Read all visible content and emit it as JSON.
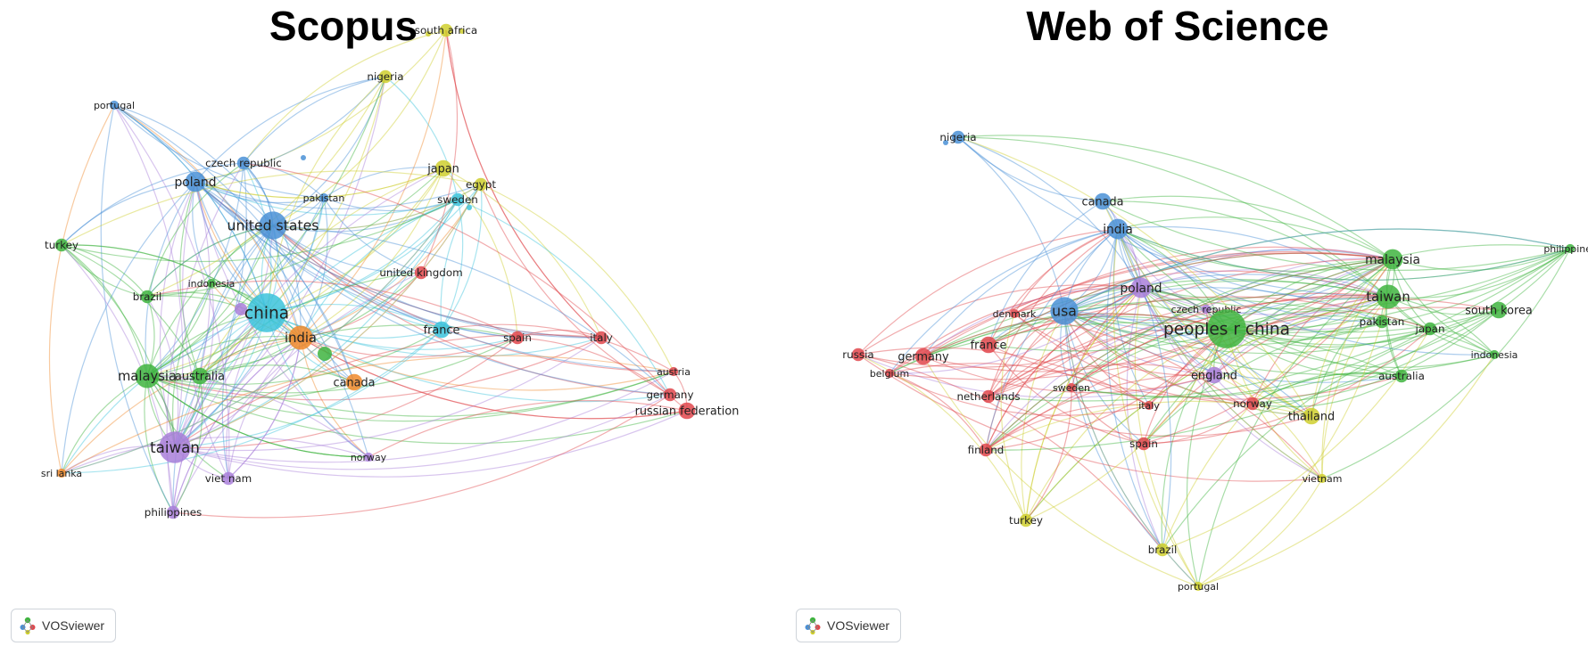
{
  "panels": [
    {
      "title": "Scopus",
      "badge_label": "VOSviewer",
      "logo_icon": "vosviewer-logo-icon",
      "nodes": [
        {
          "label": "south africa",
          "cluster": "yellow",
          "weight": 2
        },
        {
          "label": "nigeria",
          "cluster": "yellow",
          "weight": 2
        },
        {
          "label": "portugal",
          "cluster": "blue",
          "weight": 1
        },
        {
          "label": "czech republic",
          "cluster": "blue",
          "weight": 2
        },
        {
          "label": "poland",
          "cluster": "blue",
          "weight": 4
        },
        {
          "label": "japan",
          "cluster": "yellow",
          "weight": 3
        },
        {
          "label": "egypt",
          "cluster": "yellow",
          "weight": 2
        },
        {
          "label": "pakistan",
          "cluster": "blue",
          "weight": 1
        },
        {
          "label": "sweden",
          "cluster": "cyan",
          "weight": 2
        },
        {
          "label": "united states",
          "cluster": "blue",
          "weight": 6
        },
        {
          "label": "turkey",
          "cluster": "green",
          "weight": 2
        },
        {
          "label": "united kingdom",
          "cluster": "red",
          "weight": 2
        },
        {
          "label": "indonesia",
          "cluster": "green",
          "weight": 1
        },
        {
          "label": "brazil",
          "cluster": "green",
          "weight": 2
        },
        {
          "label": "china",
          "cluster": "cyan",
          "weight": 9
        },
        {
          "label": "india",
          "cluster": "orange",
          "weight": 5
        },
        {
          "label": "france",
          "cluster": "cyan",
          "weight": 3
        },
        {
          "label": "spain",
          "cluster": "red",
          "weight": 2
        },
        {
          "label": "italy",
          "cluster": "red",
          "weight": 2
        },
        {
          "label": "malaysia",
          "cluster": "green",
          "weight": 5
        },
        {
          "label": "australia",
          "cluster": "green",
          "weight": 3
        },
        {
          "label": "canada",
          "cluster": "orange",
          "weight": 3
        },
        {
          "label": "austria",
          "cluster": "red",
          "weight": 1
        },
        {
          "label": "germany",
          "cluster": "red",
          "weight": 2
        },
        {
          "label": "russian federation",
          "cluster": "red",
          "weight": 3
        },
        {
          "label": "taiwan",
          "cluster": "purple",
          "weight": 7
        },
        {
          "label": "norway",
          "cluster": "purple",
          "weight": 1
        },
        {
          "label": "sri lanka",
          "cluster": "orange",
          "weight": 1
        },
        {
          "label": "viet nam",
          "cluster": "purple",
          "weight": 2
        },
        {
          "label": "philippines",
          "cluster": "purple",
          "weight": 2
        }
      ]
    },
    {
      "title": "Web of Science",
      "badge_label": "VOSviewer",
      "logo_icon": "vosviewer-logo-icon",
      "nodes": [
        {
          "label": "nigeria",
          "cluster": "blue",
          "weight": 2
        },
        {
          "label": "canada",
          "cluster": "blue",
          "weight": 3
        },
        {
          "label": "india",
          "cluster": "blue",
          "weight": 4
        },
        {
          "label": "malaysia",
          "cluster": "green",
          "weight": 4
        },
        {
          "label": "philippines",
          "cluster": "green",
          "weight": 1
        },
        {
          "label": "poland",
          "cluster": "purple",
          "weight": 4
        },
        {
          "label": "taiwan",
          "cluster": "green",
          "weight": 5
        },
        {
          "label": "usa",
          "cluster": "blue",
          "weight": 6
        },
        {
          "label": "denmark",
          "cluster": "red",
          "weight": 1
        },
        {
          "label": "czech republic",
          "cluster": "purple",
          "weight": 1
        },
        {
          "label": "south korea",
          "cluster": "green",
          "weight": 3
        },
        {
          "label": "peoples r china",
          "cluster": "green",
          "weight": 9
        },
        {
          "label": "pakistan",
          "cluster": "green",
          "weight": 2
        },
        {
          "label": "japan",
          "cluster": "green",
          "weight": 2
        },
        {
          "label": "russia",
          "cluster": "red",
          "weight": 2
        },
        {
          "label": "france",
          "cluster": "red",
          "weight": 3
        },
        {
          "label": "germany",
          "cluster": "red",
          "weight": 3
        },
        {
          "label": "indonesia",
          "cluster": "green",
          "weight": 1
        },
        {
          "label": "belgium",
          "cluster": "red",
          "weight": 1
        },
        {
          "label": "england",
          "cluster": "purple",
          "weight": 3
        },
        {
          "label": "australia",
          "cluster": "green",
          "weight": 2
        },
        {
          "label": "sweden",
          "cluster": "red",
          "weight": 1
        },
        {
          "label": "netherlands",
          "cluster": "red",
          "weight": 2
        },
        {
          "label": "italy",
          "cluster": "red",
          "weight": 1
        },
        {
          "label": "norway",
          "cluster": "red",
          "weight": 2
        },
        {
          "label": "thailand",
          "cluster": "yellow",
          "weight": 3
        },
        {
          "label": "finland",
          "cluster": "red",
          "weight": 2
        },
        {
          "label": "spain",
          "cluster": "red",
          "weight": 2
        },
        {
          "label": "vietnam",
          "cluster": "yellow",
          "weight": 1
        },
        {
          "label": "turkey",
          "cluster": "yellow",
          "weight": 2
        },
        {
          "label": "brazil",
          "cluster": "yellow",
          "weight": 2
        },
        {
          "label": "portugal",
          "cluster": "yellow",
          "weight": 1
        }
      ]
    }
  ],
  "cluster_colors": {
    "red": "#e0474c",
    "green": "#3fb43f",
    "blue": "#4a90d6",
    "yellow": "#cfcf2e",
    "purple": "#a97fd9",
    "cyan": "#3cc3dc",
    "orange": "#f08a2c"
  }
}
